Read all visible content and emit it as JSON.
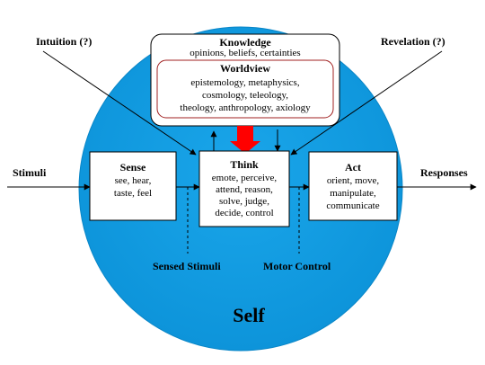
{
  "colors": {
    "circle": "#119be0",
    "circle_edge": "#0a86c7",
    "box": "#ffffff",
    "line": "#000000",
    "arrow_red": "#ff0000",
    "worldview_border": "#a02020"
  },
  "labels": {
    "intuition": "Intuition (?)",
    "revelation": "Revelation (?)",
    "stimuli": "Stimuli",
    "responses": "Responses",
    "sensed_stimuli": "Sensed Stimuli",
    "motor_control": "Motor Control",
    "self": "Self"
  },
  "knowledge": {
    "title": "Knowledge",
    "subtitle": "opinions, beliefs, certainties"
  },
  "worldview": {
    "title": "Worldview",
    "lines": [
      "epistemology, metaphysics,",
      "cosmology, teleology,",
      "theology, anthropology, axiology"
    ]
  },
  "sense": {
    "title": "Sense",
    "lines": [
      "see, hear,",
      "taste, feel"
    ]
  },
  "think": {
    "title": "Think",
    "lines": [
      "emote, perceive,",
      "attend, reason,",
      "solve, judge,",
      "decide, control"
    ]
  },
  "act": {
    "title": "Act",
    "lines": [
      "orient, move,",
      "manipulate,",
      "communicate"
    ]
  }
}
